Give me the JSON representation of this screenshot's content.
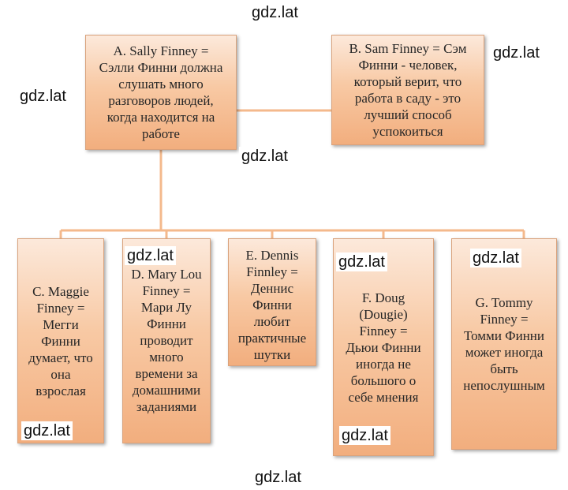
{
  "nodes": {
    "a": "A. Sally Finney =\nСэлли Финни должна\nслушать много\nразговоров людей,\nкогда находится на\nработе",
    "b": "B. Sam Finney = Сэм\nФинни - человек,\nкоторый верит, что\nработа в саду - это\nлучший способ\nуспокоиться",
    "c": "C. Maggie\nFinney =\nМегги\nФинни\nдумает, что\nона\nвзрослая",
    "d": "D. Mary Lou\nFinney =\nМари Лу\nФинни\nпроводит\nмного\nвремени за\nдомашними\nзаданиями",
    "e": "E. Dennis\nFinnley =\nДеннис\nФинни\nлюбит\nпрактичные\nшутки",
    "f": "F. Doug\n(Dougie)\nFinney =\nДьюи Финни\nиногда не\nбольшого о\nсебе мнения",
    "g": "G. Tommy\nFinney =\nТомми Финни\nможет иногда\nбыть\nнепослушным"
  },
  "watermark": "gdz.lat",
  "colors": {
    "connector": "#f4b98c",
    "box_top": "#fce9db",
    "box_bottom": "#f2ae7e"
  }
}
